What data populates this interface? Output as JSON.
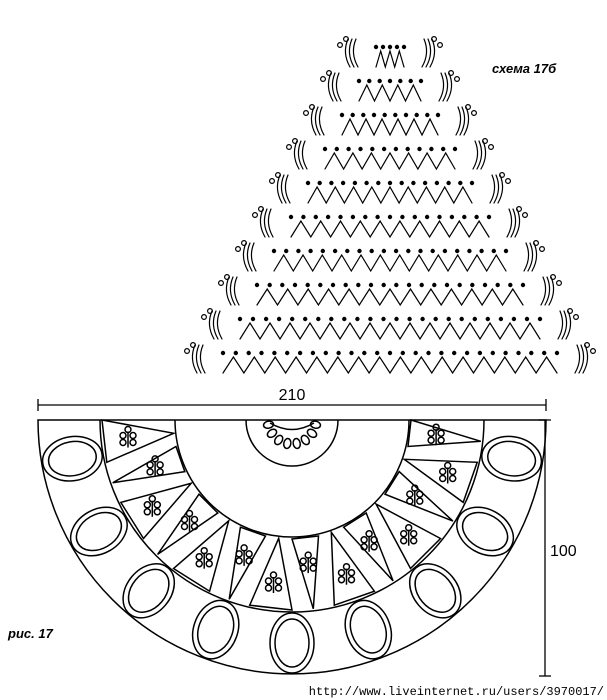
{
  "scheme_label": "схема 17б",
  "figure_label": "рис. 17",
  "width_dimension": "210",
  "height_dimension": "100",
  "watermark_url": "http://www.liveinternet.ru/users/3970017/",
  "ink_color": "#000000",
  "paper_color": "#ffffff",
  "scheme_symbols": [
    "chain-loop",
    "chain-stitch",
    "double-crochet-cluster",
    "fan-petal"
  ],
  "shawl_motifs": [
    "scallop-loop",
    "triangle-panel",
    "flower-cluster",
    "center-flower"
  ]
}
